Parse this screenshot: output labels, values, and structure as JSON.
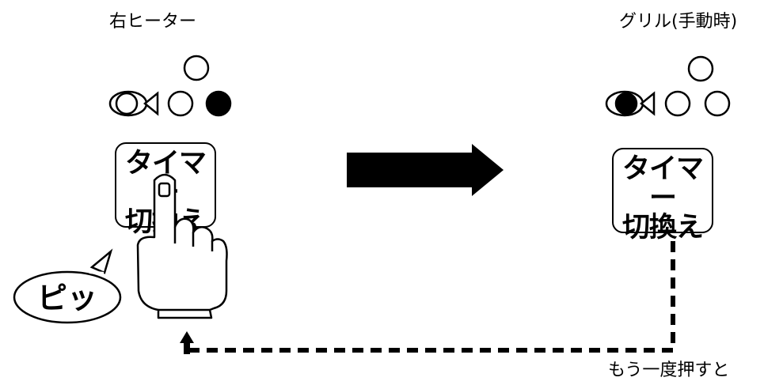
{
  "left_panel": {
    "label": "右ヒーター",
    "button": {
      "line1": "タイマー",
      "line2": "切換え"
    }
  },
  "right_panel": {
    "label": "グリル(手動時)",
    "button": {
      "line1": "タイマー",
      "line2": "切換え"
    }
  },
  "beep": {
    "text": "ピッ"
  },
  "footnote": "もう一度押すと",
  "colors": {
    "ink": "#000000",
    "background": "#ffffff"
  },
  "icons": [
    "fish-icon",
    "indicator-lamp-icon",
    "finger-press-icon",
    "right-arrow-icon",
    "speech-bubble-icon",
    "dashed-return-arrow-icon"
  ]
}
